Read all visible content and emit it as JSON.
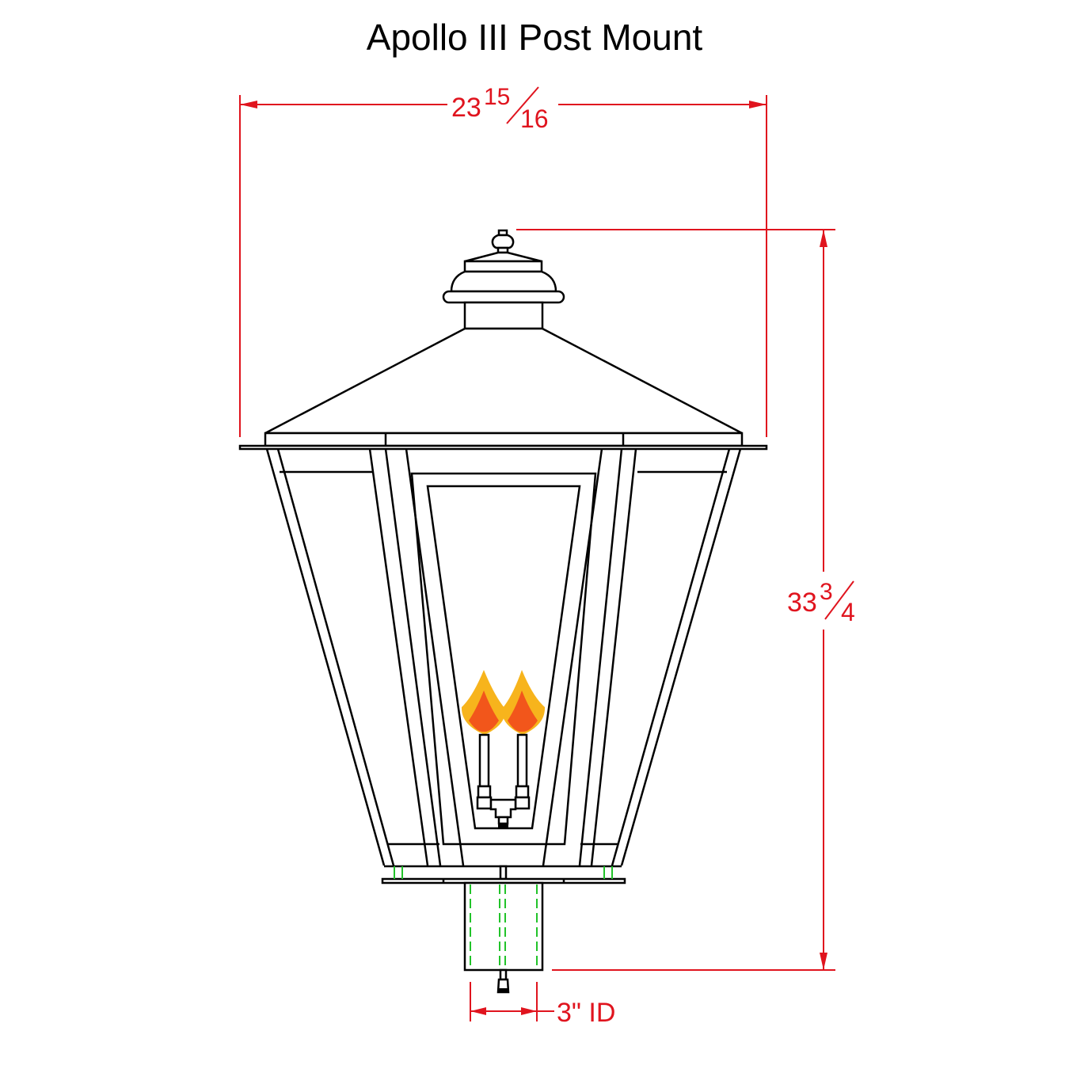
{
  "title": "Apollo III Post Mount",
  "dimensions": {
    "width": {
      "whole": "23",
      "numerator": "15",
      "denominator": "16"
    },
    "height": {
      "whole": "33",
      "numerator": "3",
      "denominator": "4"
    },
    "post_id": "3\" ID"
  },
  "colors": {
    "dimension": "#e0141e",
    "hidden_lines": "#22c32a",
    "flame_outer": "#f7b41c",
    "flame_inner": "#f2561b",
    "outline": "#000000"
  }
}
